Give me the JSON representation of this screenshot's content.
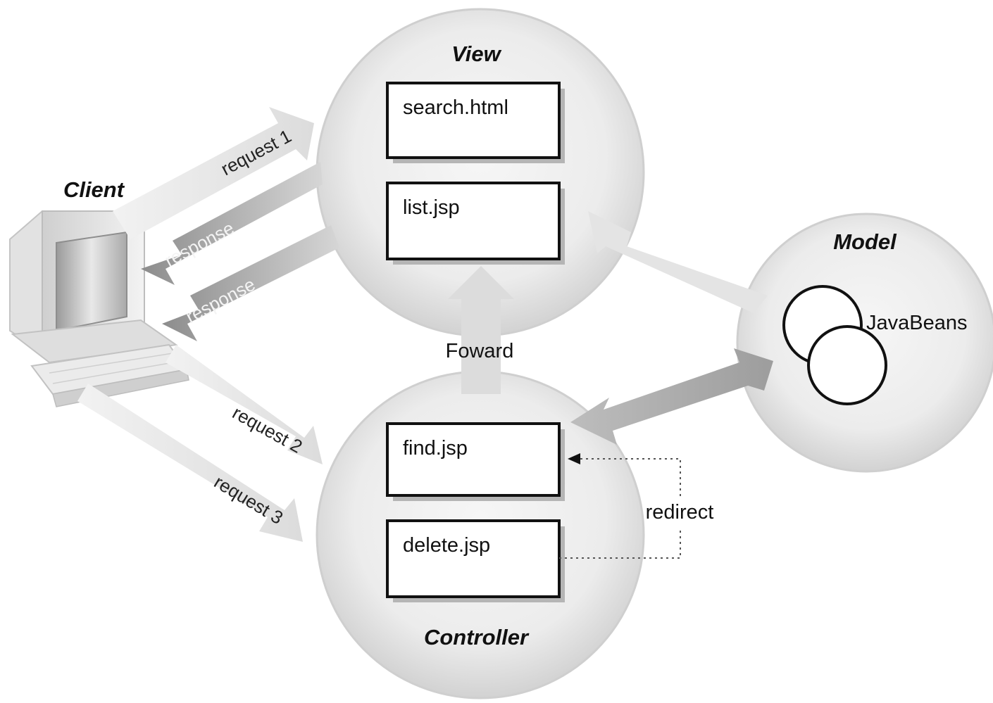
{
  "view": {
    "title": "View",
    "files": [
      "search.html",
      "list.jsp"
    ]
  },
  "controller": {
    "title": "Controller",
    "files": [
      "find.jsp",
      "delete.jsp"
    ]
  },
  "model": {
    "title": "Model",
    "beans_label": "JavaBeans"
  },
  "client": {
    "title": "Client"
  },
  "arrows": {
    "request_1": "request 1",
    "response_1": "response",
    "response_2": "response",
    "request_2": "request 2",
    "request_3": "request 3",
    "forward": "Foward",
    "redirect": "redirect"
  },
  "colors": {
    "circle_fill": "#ececec",
    "circle_edge": "#c9c9c9",
    "arrow_light": "#e3e3e3",
    "arrow_dark": "#9b9b9b",
    "box_border": "#111111"
  }
}
